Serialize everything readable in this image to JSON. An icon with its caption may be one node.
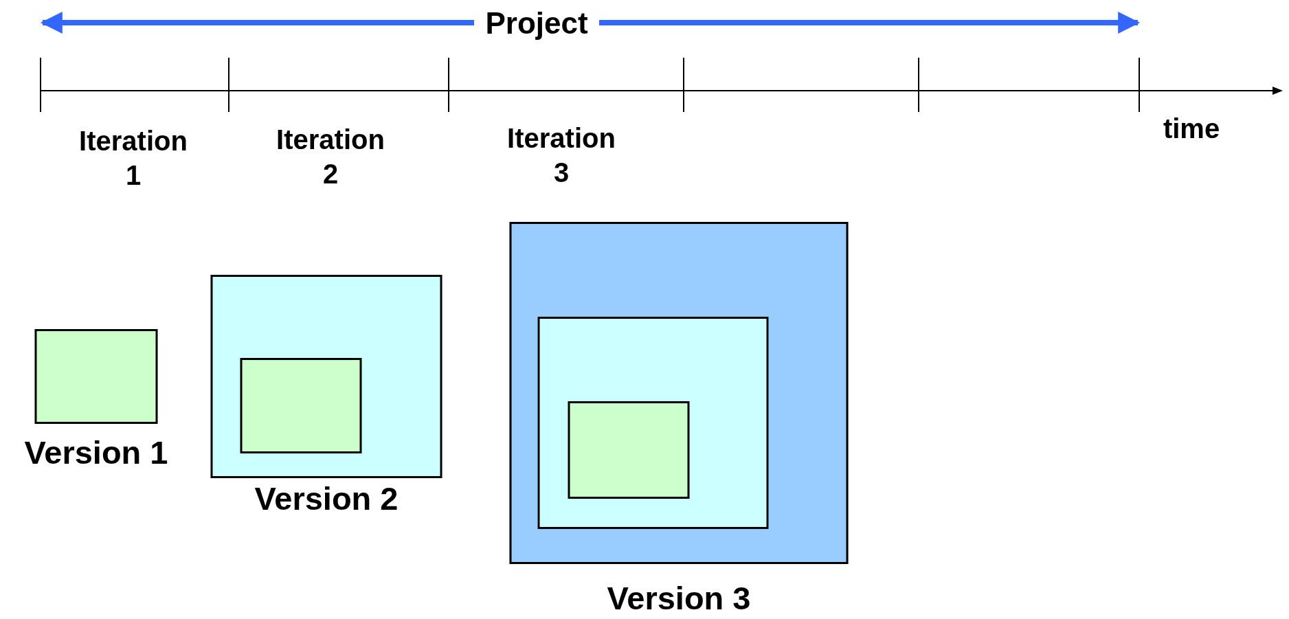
{
  "diagram": {
    "nodes": [
      {
        "text": [
          "Version 1"
        ]
      },
      {
        "text": [
          "Version 2"
        ]
      },
      {
        "text": [],
        "shape": "box",
        "in": 1
      },
      {
        "text": [
          "Version 3"
        ]
      },
      {
        "text": [],
        "shape": "box",
        "in": 3
      },
      {
        "text": [],
        "shape": "box",
        "in": 4
      }
    ],
    "labels": [
      "Project",
      "time",
      "Iteration 1",
      "Iteration 2",
      "Iteration 3"
    ]
  }
}
